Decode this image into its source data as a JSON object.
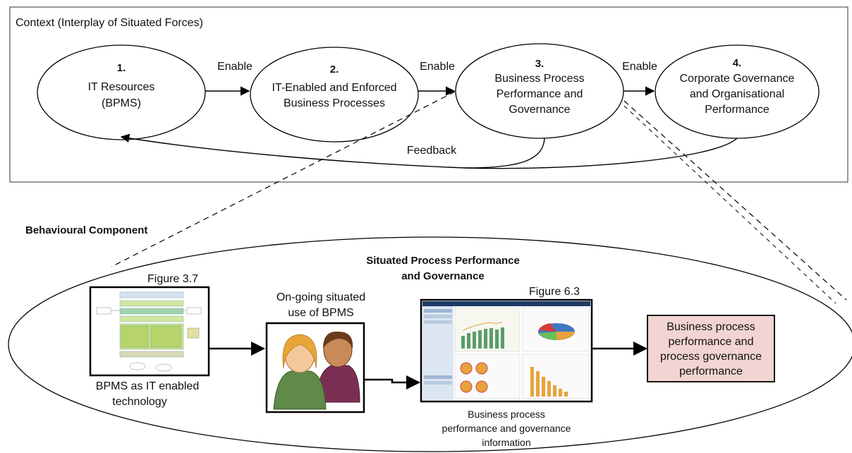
{
  "context": {
    "title": "Context (Interplay of Situated Forces)",
    "nodes": [
      {
        "number": "1.",
        "lines": [
          "IT Resources",
          "(BPMS)"
        ]
      },
      {
        "number": "2.",
        "lines": [
          "IT-Enabled and Enforced",
          "Business Processes"
        ]
      },
      {
        "number": "3.",
        "lines": [
          "Business Process",
          "Performance and",
          "Governance"
        ]
      },
      {
        "number": "4.",
        "lines": [
          "Corporate Governance",
          "and Organisational",
          "Performance"
        ]
      }
    ],
    "enable_labels": [
      "Enable",
      "Enable",
      "Enable"
    ],
    "feedback_label": "Feedback"
  },
  "behavioural": {
    "title": "Behavioural Component",
    "ellipse_title_lines": [
      "Situated Process Performance",
      "and Governance"
    ],
    "fig1_caption": "Figure 3.7",
    "fig1_label_lines": [
      "BPMS as IT enabled",
      "technology"
    ],
    "users_caption_lines": [
      "On-going situated",
      "use of BPMS"
    ],
    "fig2_caption": "Figure 6.3",
    "fig2_label_lines": [
      "Business process",
      "performance and governance",
      "information"
    ],
    "result_box_lines": [
      "Business process",
      "performance and",
      "process governance",
      "performance"
    ]
  },
  "colors": {
    "result_fill": "#f2d4d2",
    "mockup_green": "#c8e08a",
    "bar_green": "#5a9e6a",
    "bar_orange": "#e8a23c",
    "person_left_hair": "#e7a53a",
    "person_right_hair": "#6a3b1c",
    "person_left_shirt": "#5f8a4a",
    "person_right_shirt": "#7a2f52"
  }
}
